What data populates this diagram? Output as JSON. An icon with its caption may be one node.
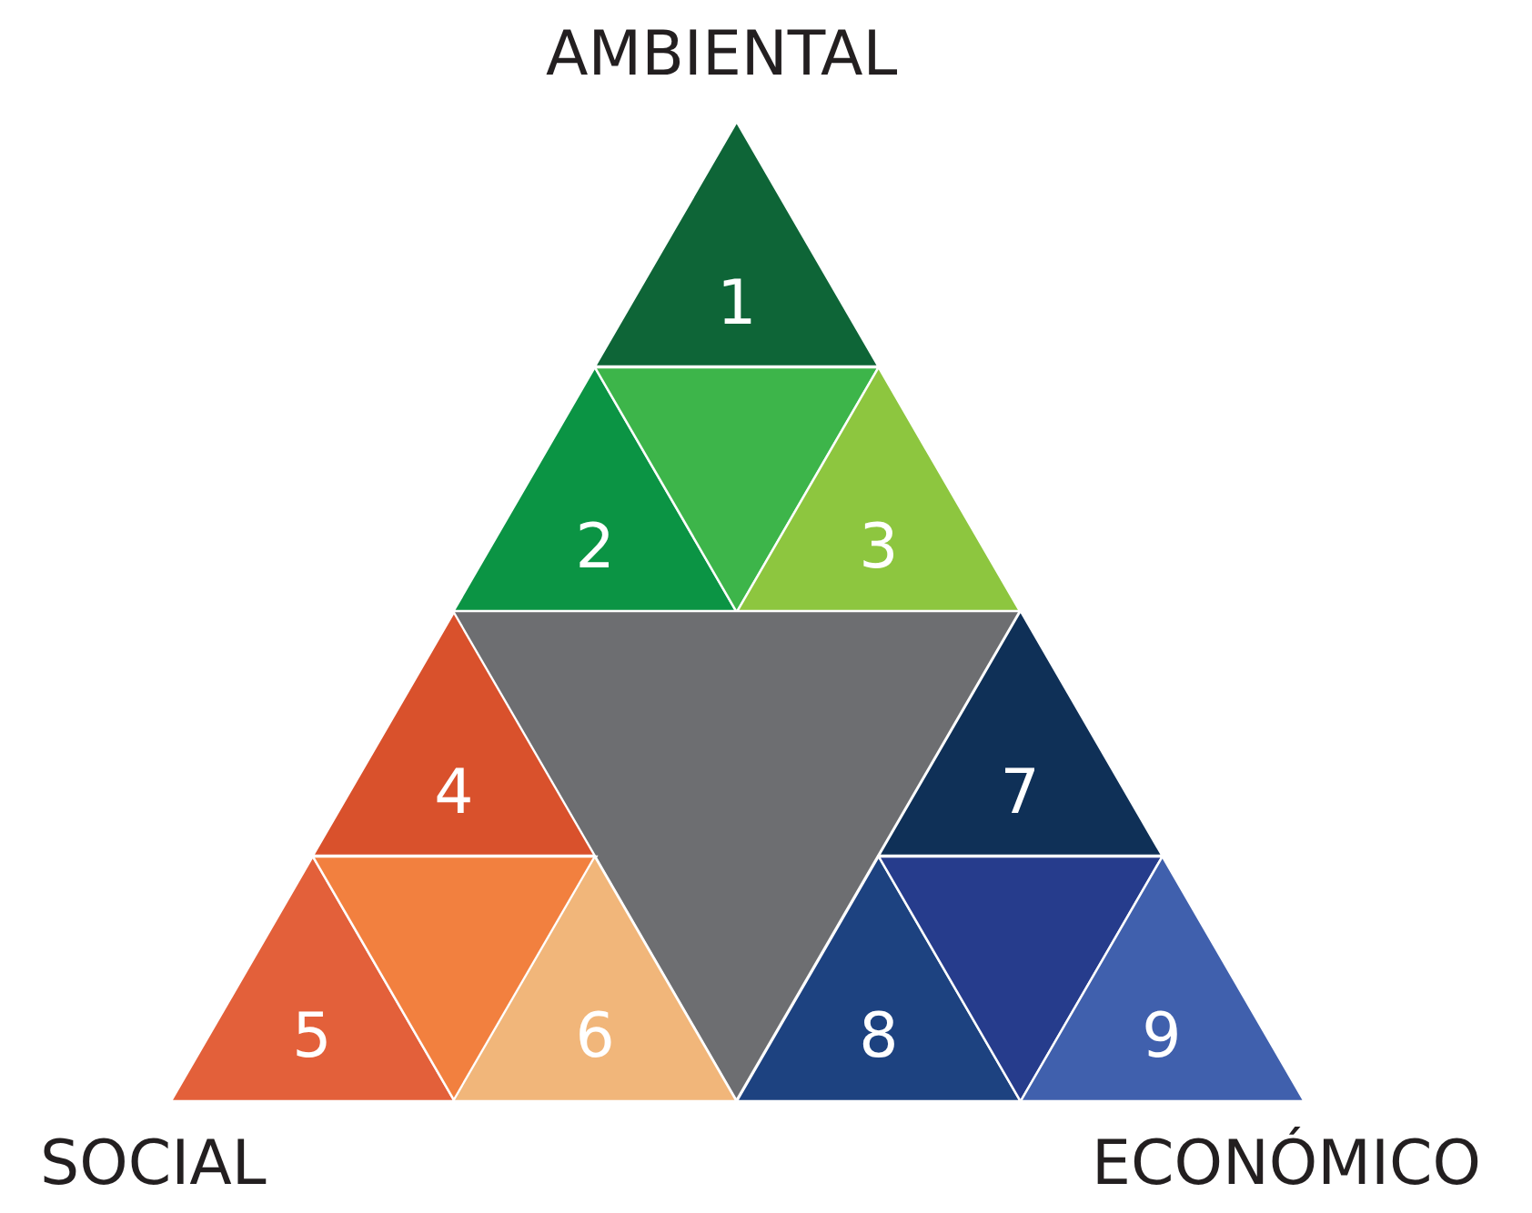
{
  "diagram": {
    "nodes": [
      {
        "text": [
          "1"
        ]
      },
      {
        "text": [
          "2"
        ]
      },
      {
        "text": [],
        "shape": "triangle"
      },
      {
        "text": [
          "3"
        ]
      },
      {
        "text": [
          "4"
        ]
      },
      {
        "text": [],
        "shape": "triangle"
      },
      {
        "text": [
          "7"
        ]
      },
      {
        "text": [
          "5"
        ]
      },
      {
        "text": [],
        "shape": "triangle"
      },
      {
        "text": [
          "6"
        ]
      },
      {
        "text": [
          "8"
        ]
      },
      {
        "text": [],
        "shape": "triangle"
      },
      {
        "text": [
          "9"
        ]
      }
    ],
    "labels": [
      "AMBIENTAL",
      "SOCIAL",
      "ECONÓMICO"
    ]
  }
}
